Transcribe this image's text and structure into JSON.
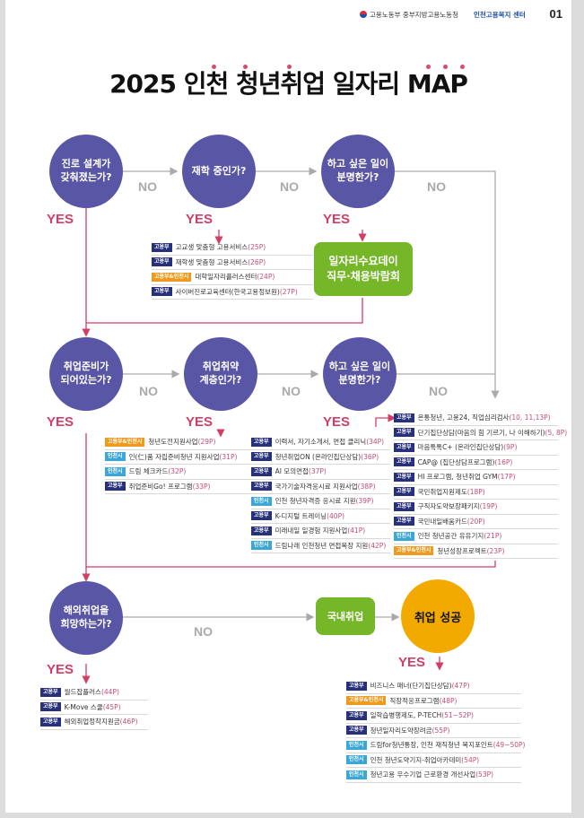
{
  "header": {
    "ministry": "고용노동부 중부지방고용노동청",
    "center": "인천고용복지 센터",
    "page_number": "01"
  },
  "title": "2025 인천 청년취업 일자리 MAP",
  "flow": {
    "q1": "진로 설계가\n갖춰졌는가?",
    "q2": "재학 중인가?",
    "q3": "하고 싶은 일이\n분명한가?",
    "q4": "취업준비가\n되어있는가?",
    "q5": "취업취약\n계층인가?",
    "q6": "하고 싶은 일이\n분명한가?",
    "q7": "해외취업을\n희망하는가?",
    "yes": "YES",
    "no": "NO",
    "job_fair": "일자리수요데이\n직무·채용박람회",
    "domestic": "국내취업",
    "success": "취업 성공"
  },
  "lists": {
    "list1": [
      {
        "tag": "고용부",
        "type": "gy",
        "text": "고교생 맞춤형 고용서비스",
        "page": "(25P)"
      },
      {
        "tag": "고용부",
        "type": "gy",
        "text": "재학생 맞춤형 고용서비스",
        "page": "(26P)"
      },
      {
        "tag": "고용부&인천시",
        "type": "gi",
        "text": "대학일자리플러스센터",
        "page": "(24P)"
      },
      {
        "tag": "고용부",
        "type": "gy",
        "text": "사이버진로교육센터(한국고용정보원)",
        "page": "(27P)"
      }
    ],
    "list2": [
      {
        "tag": "고용부&인천시",
        "type": "gi",
        "text": "청년도전지원사업",
        "page": "(29P)"
      },
      {
        "tag": "인천시",
        "type": "ic",
        "text": "인(仁)품 자립준비청년 지원사업",
        "page": "(31P)"
      },
      {
        "tag": "인천시",
        "type": "ic",
        "text": "드림 체크카드",
        "page": "(32P)"
      },
      {
        "tag": "고용부",
        "type": "gy",
        "text": "취업준비Go! 프로그램",
        "page": "(33P)"
      }
    ],
    "list3": [
      {
        "tag": "고용부",
        "type": "gy",
        "text": "이력서, 자기소개서, 면접 클리닉",
        "page": "(34P)"
      },
      {
        "tag": "고용부",
        "type": "gy",
        "text": "청년취업ON (온라인집단상담)",
        "page": "(36P)"
      },
      {
        "tag": "고용부",
        "type": "gy",
        "text": "AI 모의면접",
        "page": "(37P)"
      },
      {
        "tag": "고용부",
        "type": "gy",
        "text": "국가기술자격응시료 지원사업",
        "page": "(38P)"
      },
      {
        "tag": "인천시",
        "type": "ic",
        "text": "인천 청년자격증 응시료 지원",
        "page": "(39P)"
      },
      {
        "tag": "고용부",
        "type": "gy",
        "text": "K-디지털 트레이닝",
        "page": "(40P)"
      },
      {
        "tag": "고용부",
        "type": "gy",
        "text": "미래내일 일경험 지원사업",
        "page": "(41P)"
      },
      {
        "tag": "인천시",
        "type": "ic",
        "text": "드림나래 인천청년 면접복장 지원",
        "page": "(42P)"
      }
    ],
    "list4": [
      {
        "tag": "고용부",
        "type": "gy",
        "text": "온통청년, 고용24, 직업심리검사",
        "page": "(10, 11,13P)"
      },
      {
        "tag": "고용부",
        "type": "gy",
        "text": "단기집단상담(마음의 힘 기르기, 나 이해하기)",
        "page": "(5, 8P)"
      },
      {
        "tag": "고용부",
        "type": "gy",
        "text": "마음톡톡C+ (온라인집단상담)",
        "page": "(9P)"
      },
      {
        "tag": "고용부",
        "type": "gy",
        "text": "CAP@ (집단상담프로그램)",
        "page": "(16P)"
      },
      {
        "tag": "고용부",
        "type": "gy",
        "text": "HI 프로그램, 청년취업 GYM",
        "page": "(17P)"
      },
      {
        "tag": "고용부",
        "type": "gy",
        "text": "국민취업지원제도",
        "page": "(18P)"
      },
      {
        "tag": "고용부",
        "type": "gy",
        "text": "구직자도약보장패키지",
        "page": "(19P)"
      },
      {
        "tag": "고용부",
        "type": "gy",
        "text": "국민내일배움카드",
        "page": "(20P)"
      },
      {
        "tag": "인천시",
        "type": "ic",
        "text": "인천 청년공간 유유기지",
        "page": "(21P)"
      },
      {
        "tag": "고용부&인천시",
        "type": "gi",
        "text": "청년성장프로젝트",
        "page": "(23P)"
      }
    ],
    "list5": [
      {
        "tag": "고용부",
        "type": "gy",
        "text": "월드잡플러스",
        "page": "(44P)"
      },
      {
        "tag": "고용부",
        "type": "gy",
        "text": "K-Move 스쿨",
        "page": "(45P)"
      },
      {
        "tag": "고용부",
        "type": "gy",
        "text": "해외취업정착지원금",
        "page": "(46P)"
      }
    ],
    "list6": [
      {
        "tag": "고용부",
        "type": "gy",
        "text": "비즈니스 매너(단기집단상담)",
        "page": "(47P)"
      },
      {
        "tag": "고용부&인천시",
        "type": "gi",
        "text": "직장적응프로그램",
        "page": "(48P)"
      },
      {
        "tag": "고용부",
        "type": "gy",
        "text": "일학습병행제도, P-TECH",
        "page": "(51~52P)"
      },
      {
        "tag": "고용부",
        "type": "gy",
        "text": "청년일자리도약장려금",
        "page": "(55P)"
      },
      {
        "tag": "인천시",
        "type": "ic",
        "text": "드림for청년통장, 인천 재직청년 복지포인트",
        "page": "(49~50P)"
      },
      {
        "tag": "인천시",
        "type": "ic",
        "text": "인천 청년도약기지-취업아카데미",
        "page": "(54P)"
      },
      {
        "tag": "인천시",
        "type": "ic",
        "text": "청년고용 우수기업 근로환경 개선사업",
        "page": "(53P)"
      }
    ]
  },
  "colors": {
    "circle": "#5a56a6",
    "yes": "#d23e66",
    "arrow_red": "#d23e66",
    "arrow_gray": "#aaaaaa",
    "green_box": "#76b72a",
    "success": "#f2a900"
  }
}
